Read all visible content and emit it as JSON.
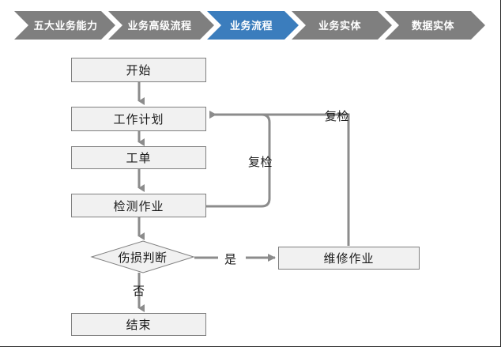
{
  "breadcrumb": {
    "active_color": "#3b7dbd",
    "inactive_color": "#7f7f7f",
    "items": [
      {
        "label": "五大业务能力",
        "active": false
      },
      {
        "label": "业务高级流程",
        "active": false
      },
      {
        "label": "业务流程",
        "active": true
      },
      {
        "label": "业务实体",
        "active": false
      },
      {
        "label": "数据实体",
        "active": false
      }
    ]
  },
  "flowchart": {
    "node_fill": "#f1f1f1",
    "node_border": "#808080",
    "connector_color": "#8c8c8c",
    "nodes": [
      {
        "id": "start",
        "label": "开始",
        "shape": "box"
      },
      {
        "id": "work-plan",
        "label": "工作计划",
        "shape": "box"
      },
      {
        "id": "work-order",
        "label": "工单",
        "shape": "box"
      },
      {
        "id": "inspection-task",
        "label": "检测作业",
        "shape": "box"
      },
      {
        "id": "damage-decision",
        "label": "伤损判断",
        "shape": "diamond"
      },
      {
        "id": "repair-task",
        "label": "维修作业",
        "shape": "box"
      },
      {
        "id": "end",
        "label": "结束",
        "shape": "box"
      }
    ],
    "edge_labels": {
      "recheck_inner": "复检",
      "recheck_outer": "复检",
      "yes": "是",
      "no": "否"
    }
  }
}
